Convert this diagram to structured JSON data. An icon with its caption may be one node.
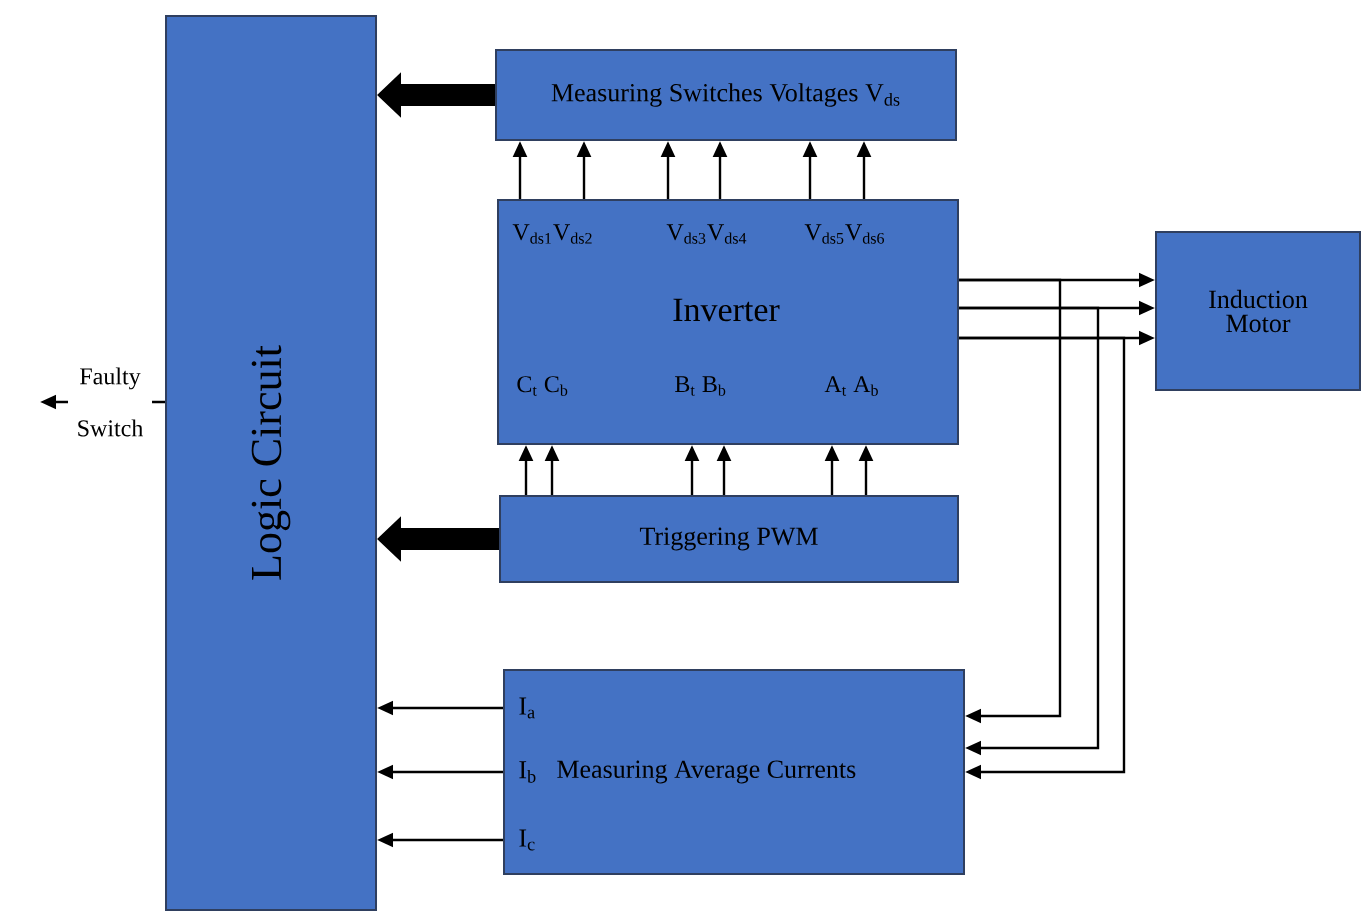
{
  "diagram": {
    "nodes": [
      {
        "text": [
          "Logic Circuit"
        ]
      },
      {
        "text": [
          "Measuring Switches Voltages V$_{ds}$"
        ]
      },
      {
        "text": [
          "V$_{ds1}$V$_{ds2}$",
          "V$_{ds3}$V$_{ds4}$",
          "V$_{ds5}$V$_{ds6}$",
          "Inverter",
          "C$_{t}$ C$_{b}$",
          "B$_{t}$ B$_{b}$",
          "A$_{t}$ A$_{b}$"
        ]
      },
      {
        "text": [
          "Triggering PWM"
        ]
      },
      {
        "text": [
          "Induction Motor"
        ]
      },
      {
        "text": [
          "I$_{a}$",
          "I$_{b}$",
          "Measuring Average Currents",
          "I$_{c}$"
        ]
      }
    ],
    "edges": [
      {
        "from": 1,
        "to": 0,
        "arrow": "to",
        "style": "thick"
      },
      {
        "from": 3,
        "to": 0,
        "arrow": "to",
        "style": "thick"
      },
      {
        "from": 2,
        "to": 1,
        "arrow": "to"
      },
      {
        "from": 2,
        "to": 1,
        "arrow": "to"
      },
      {
        "from": 2,
        "to": 1,
        "arrow": "to"
      },
      {
        "from": 2,
        "to": 1,
        "arrow": "to"
      },
      {
        "from": 2,
        "to": 1,
        "arrow": "to"
      },
      {
        "from": 2,
        "to": 1,
        "arrow": "to"
      },
      {
        "from": 3,
        "to": 2,
        "arrow": "to"
      },
      {
        "from": 3,
        "to": 2,
        "arrow": "to"
      },
      {
        "from": 3,
        "to": 2,
        "arrow": "to"
      },
      {
        "from": 3,
        "to": 2,
        "arrow": "to"
      },
      {
        "from": 3,
        "to": 2,
        "arrow": "to"
      },
      {
        "from": 3,
        "to": 2,
        "arrow": "to"
      },
      {
        "from": 2,
        "to": 4,
        "arrow": "to"
      },
      {
        "from": 2,
        "to": 4,
        "arrow": "to"
      },
      {
        "from": 2,
        "to": 4,
        "arrow": "to"
      },
      {
        "from": 2,
        "to": 5,
        "arrow": "to"
      },
      {
        "from": 2,
        "to": 5,
        "arrow": "to"
      },
      {
        "from": 2,
        "to": 5,
        "arrow": "to"
      },
      {
        "from": 5,
        "to": 0,
        "arrow": "to"
      },
      {
        "from": 5,
        "to": 0,
        "arrow": "to"
      },
      {
        "from": 5,
        "to": 0,
        "arrow": "to"
      },
      {
        "from": 0,
        "to": null,
        "arrow": "to",
        "label": "Faulty Switch"
      }
    ]
  }
}
